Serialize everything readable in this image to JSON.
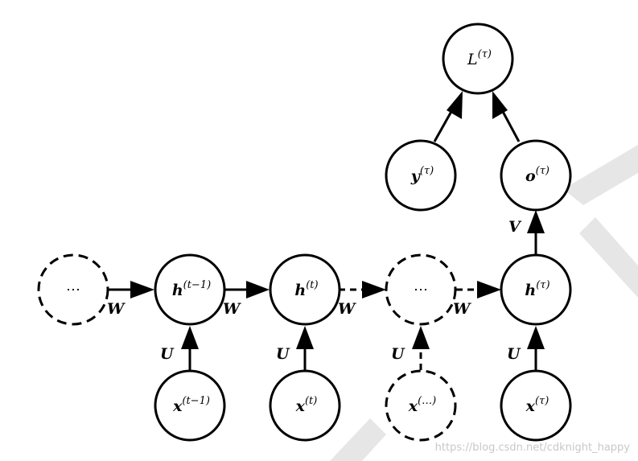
{
  "nodes": {
    "h_dots": {
      "text": "⋯"
    },
    "h_prev": {
      "base": "h",
      "sup": "(t−1)"
    },
    "h_t": {
      "base": "h",
      "sup": "(t)"
    },
    "h_mid": {
      "text": "⋯"
    },
    "h_tau": {
      "base": "h",
      "sup": "(τ)"
    },
    "x_prev": {
      "base": "x",
      "sup": "(t−1)"
    },
    "x_t": {
      "base": "x",
      "sup": "(t)"
    },
    "x_mid": {
      "base": "x",
      "sup": "(…)"
    },
    "x_tau": {
      "base": "x",
      "sup": "(τ)"
    },
    "o_tau": {
      "base": "o",
      "sup": "(τ)"
    },
    "y_tau": {
      "base": "y",
      "sup": "(τ)"
    },
    "L_tau": {
      "base": "L",
      "sup": "(τ)"
    }
  },
  "edge_labels": {
    "W": "W",
    "U": "U",
    "V": "V"
  },
  "watermark": "https://blog.csdn.net/cdknight_happy"
}
